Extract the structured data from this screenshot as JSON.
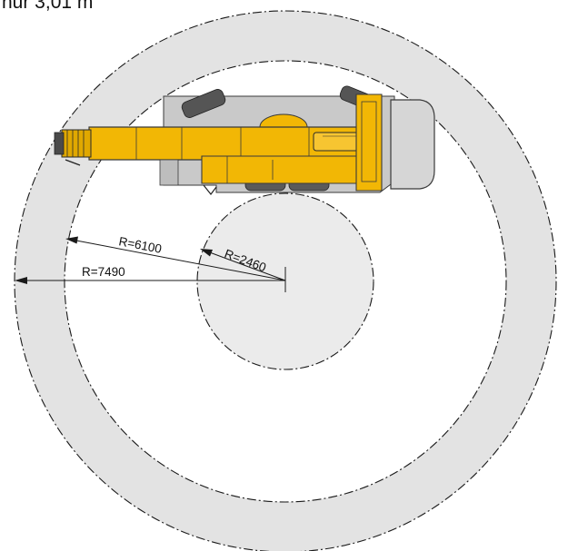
{
  "caption": "nur 3,01 m",
  "radii": [
    {
      "id": "outer",
      "label": "R=7490",
      "value": 7490
    },
    {
      "id": "middle",
      "label": "R=6100",
      "value": 6100
    },
    {
      "id": "inner",
      "label": "R=2460",
      "value": 2460
    }
  ],
  "colors": {
    "zone_fill": "#e3e3e3",
    "inner_fill": "#ebebeb",
    "middle_fill": "#ffffff",
    "line": "#1a1a1a",
    "crane_yellow": "#f2b705",
    "crane_dark": "#4a4a4a",
    "crane_grey": "#c9c9c9"
  }
}
